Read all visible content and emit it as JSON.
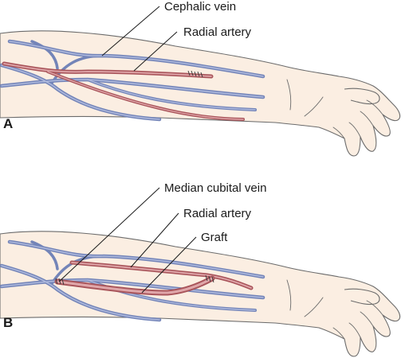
{
  "panels": {
    "a": {
      "letter": "A",
      "labels": {
        "cephalic_vein": "Cephalic vein",
        "radial_artery": "Radial artery"
      }
    },
    "b": {
      "letter": "B",
      "labels": {
        "median_cubital_vein": "Median cubital vein",
        "radial_artery": "Radial artery",
        "graft": "Graft"
      }
    }
  },
  "colors": {
    "skin": "#fbeee2",
    "vein": "#7384b8",
    "artery": "#a9555b",
    "outline": "#6b6b6b"
  }
}
